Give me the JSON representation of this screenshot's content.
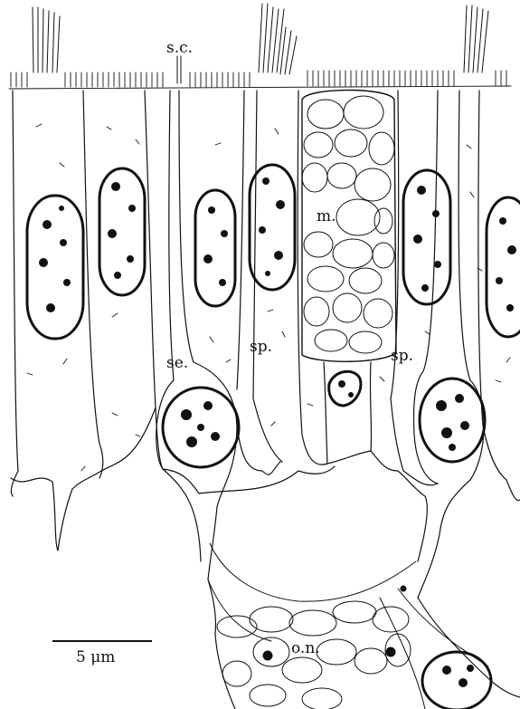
{
  "figure": {
    "labels": {
      "sc": "s.c.",
      "m": "m.",
      "se": "se.",
      "sp_left": "sp.",
      "sp_right": "sp.",
      "on": "o.n."
    },
    "scale_bar": {
      "text": "5 μm"
    },
    "colors": {
      "ink": "#111111",
      "paper": "#ffffff"
    }
  }
}
